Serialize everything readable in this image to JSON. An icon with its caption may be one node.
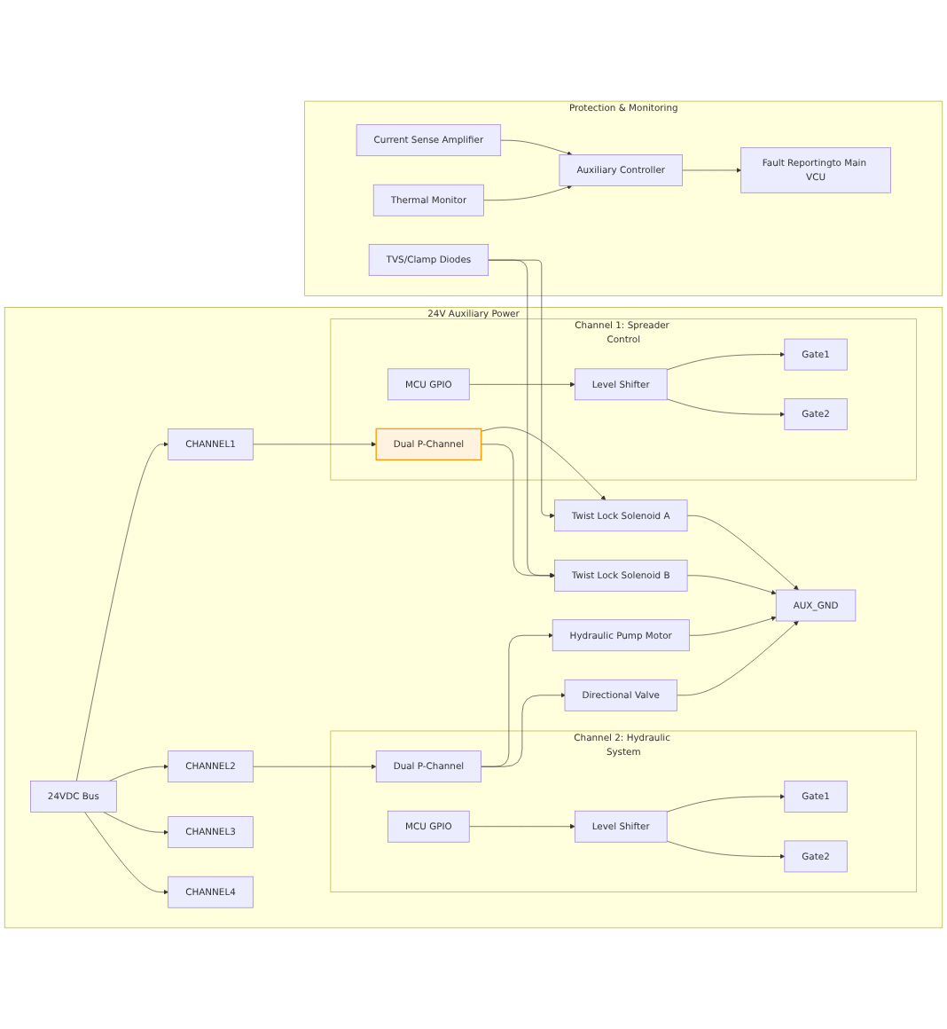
{
  "diagram": {
    "nodes": [
      {
        "text": [
          "Protection & Monitoring"
        ]
      },
      {
        "text": [
          "Thermal Monitor"
        ],
        "in": 0
      },
      {
        "text": [
          "Auxiliary Controller"
        ],
        "in": 0
      },
      {
        "text": [
          "Fault Reportingto Main VCU"
        ],
        "in": 0
      },
      {
        "text": [
          "Current Sense Amplifier"
        ],
        "in": 0
      },
      {
        "text": [
          "TVS/Clamp Diodes"
        ],
        "in": 0
      },
      {
        "text": [
          "24V Auxiliary Power"
        ]
      },
      {
        "text": [
          "Channel 2: Hydraulic System"
        ],
        "in": 6
      },
      {
        "text": [
          "MCU GPIO"
        ],
        "in": 7
      },
      {
        "text": [
          "Level Shifter"
        ],
        "in": 7
      },
      {
        "text": [
          "Gate1"
        ],
        "in": 7
      },
      {
        "text": [
          "Gate2"
        ],
        "in": 7
      },
      {
        "text": [
          "Dual P-Channel"
        ],
        "in": 7
      },
      {
        "text": [
          "CHANNEL2"
        ],
        "in": 6
      },
      {
        "text": [
          "Directional Valve"
        ],
        "in": 6
      },
      {
        "text": [
          "Hydraulic Pump Motor"
        ],
        "in": 6
      },
      {
        "text": [
          "AUX_GND"
        ],
        "in": 6
      },
      {
        "text": [
          "Twist Lock Solenoid B"
        ],
        "in": 6
      },
      {
        "text": [
          "Twist Lock Solenoid A"
        ],
        "in": 6
      },
      {
        "text": [
          "24VDC Bus"
        ],
        "in": 6
      },
      {
        "text": [
          "CHANNEL1"
        ],
        "in": 6
      },
      {
        "text": [
          "Channel 1: Spreader Control"
        ],
        "in": 6
      },
      {
        "text": [
          "Dual P-Channel"
        ],
        "in": 21
      },
      {
        "text": [
          "MCU GPIO"
        ],
        "in": 21
      },
      {
        "text": [
          "Level Shifter"
        ],
        "in": 21
      },
      {
        "text": [
          "Gate1"
        ],
        "in": 21
      },
      {
        "text": [
          "Gate2"
        ],
        "in": 21
      },
      {
        "text": [
          "CHANNEL3"
        ],
        "in": 6
      },
      {
        "text": [
          "CHANNEL4"
        ],
        "in": 6
      }
    ],
    "edges": [
      {
        "from": 1,
        "to": 2,
        "arrow": "to"
      },
      {
        "from": 4,
        "to": 2,
        "arrow": "to"
      },
      {
        "from": 2,
        "to": 3,
        "arrow": "to"
      },
      {
        "from": 5,
        "to": 17,
        "arrow": "to"
      },
      {
        "from": 5,
        "to": 18,
        "arrow": "to"
      },
      {
        "from": 8,
        "to": 9,
        "arrow": "to"
      },
      {
        "from": 9,
        "to": 10,
        "arrow": "to"
      },
      {
        "from": 9,
        "to": 11,
        "arrow": "to"
      },
      {
        "from": 13,
        "to": 12,
        "arrow": "to"
      },
      {
        "from": 12,
        "to": 14,
        "arrow": "to"
      },
      {
        "from": 12,
        "to": 15,
        "arrow": "to"
      },
      {
        "from": 14,
        "to": 16,
        "arrow": "to"
      },
      {
        "from": 15,
        "to": 16,
        "arrow": "to"
      },
      {
        "from": 17,
        "to": 16,
        "arrow": "to"
      },
      {
        "from": 18,
        "to": 16,
        "arrow": "to"
      },
      {
        "from": 19,
        "to": 20,
        "arrow": "to"
      },
      {
        "from": 19,
        "to": 13,
        "arrow": "to"
      },
      {
        "from": 19,
        "to": 27,
        "arrow": "to"
      },
      {
        "from": 19,
        "to": 28,
        "arrow": "to"
      },
      {
        "from": 20,
        "to": 22,
        "arrow": "to"
      },
      {
        "from": 22,
        "to": 18,
        "arrow": "to"
      },
      {
        "from": 22,
        "to": 17,
        "arrow": "to"
      },
      {
        "from": 23,
        "to": 24,
        "arrow": "to"
      },
      {
        "from": 24,
        "to": 25,
        "arrow": "to"
      },
      {
        "from": 24,
        "to": 26,
        "arrow": "to"
      }
    ]
  }
}
